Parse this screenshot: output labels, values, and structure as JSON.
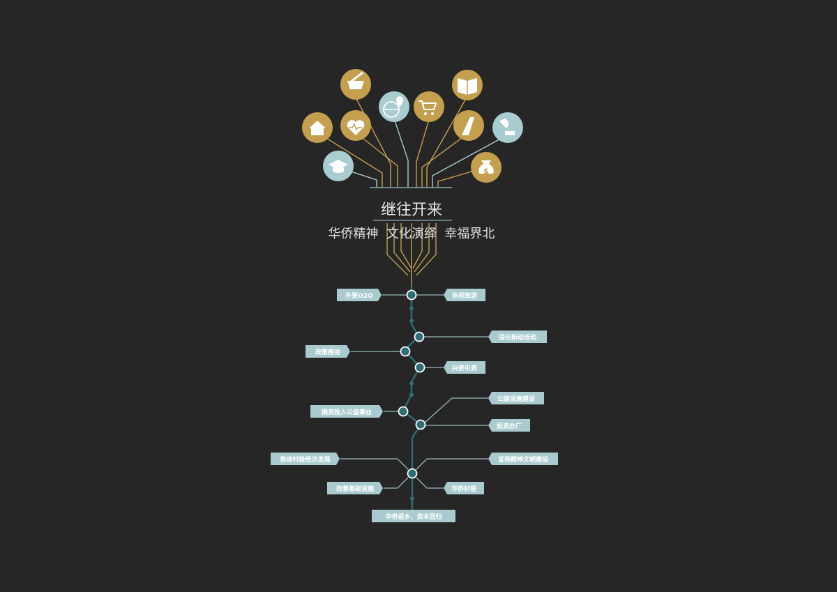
{
  "title": "继往开来",
  "subtitle": "华侨精神  文化演绎  幸福界北",
  "colors": {
    "background": "#262626",
    "gold": "#c4a04e",
    "pale_blue": "#a8ccd0",
    "teal": "#2f6e76",
    "label_bg": "#a9cace",
    "line_gray": "#9ab8bc"
  },
  "icons": [
    {
      "name": "mortar-pestle-icon",
      "color": "gold"
    },
    {
      "name": "book-icon",
      "color": "gold"
    },
    {
      "name": "globe-location-icon",
      "color": "pale_blue"
    },
    {
      "name": "shopping-cart-icon",
      "color": "gold"
    },
    {
      "name": "home-icon",
      "color": "gold"
    },
    {
      "name": "heart-pulse-icon",
      "color": "gold"
    },
    {
      "name": "road-icon",
      "color": "gold"
    },
    {
      "name": "gramophone-icon",
      "color": "pale_blue"
    },
    {
      "name": "graduation-cap-icon",
      "color": "pale_blue"
    },
    {
      "name": "money-bag-icon",
      "color": "gold"
    }
  ],
  "labels": [
    {
      "text": "外贸O2O"
    },
    {
      "text": "休闲旅游"
    },
    {
      "text": "深化新动活动"
    },
    {
      "text": "政策推动"
    },
    {
      "text": "兴侨引资"
    },
    {
      "text": "捐资投入公益事业"
    },
    {
      "text": "公路设施建设"
    },
    {
      "text": "投资办厂"
    },
    {
      "text": "推动村级经济发展"
    },
    {
      "text": "宣扬精神文明建设"
    },
    {
      "text": "改善基础设施"
    },
    {
      "text": "华侨村宿"
    },
    {
      "text": "华侨返乡、资本回归"
    }
  ]
}
